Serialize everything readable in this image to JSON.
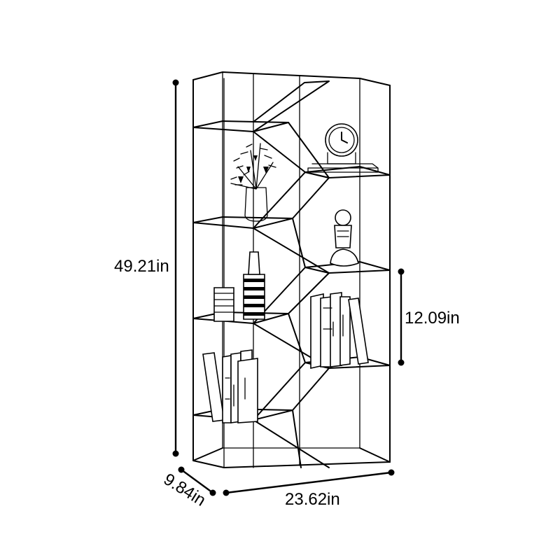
{
  "product": {
    "type": "zigzag-shelf-bookcase",
    "line_color": "#000000",
    "background": "#ffffff"
  },
  "dimensions": {
    "height": "49.21in",
    "depth": "9.84in",
    "width": "23.62in",
    "shelf_spacing": "12.09in"
  },
  "decor_items": [
    "vase-with-branches-icon",
    "table-clock-icon",
    "sculpture-icon",
    "striped-vase-icon",
    "striped-vase-icon",
    "books-icon",
    "books-icon"
  ]
}
